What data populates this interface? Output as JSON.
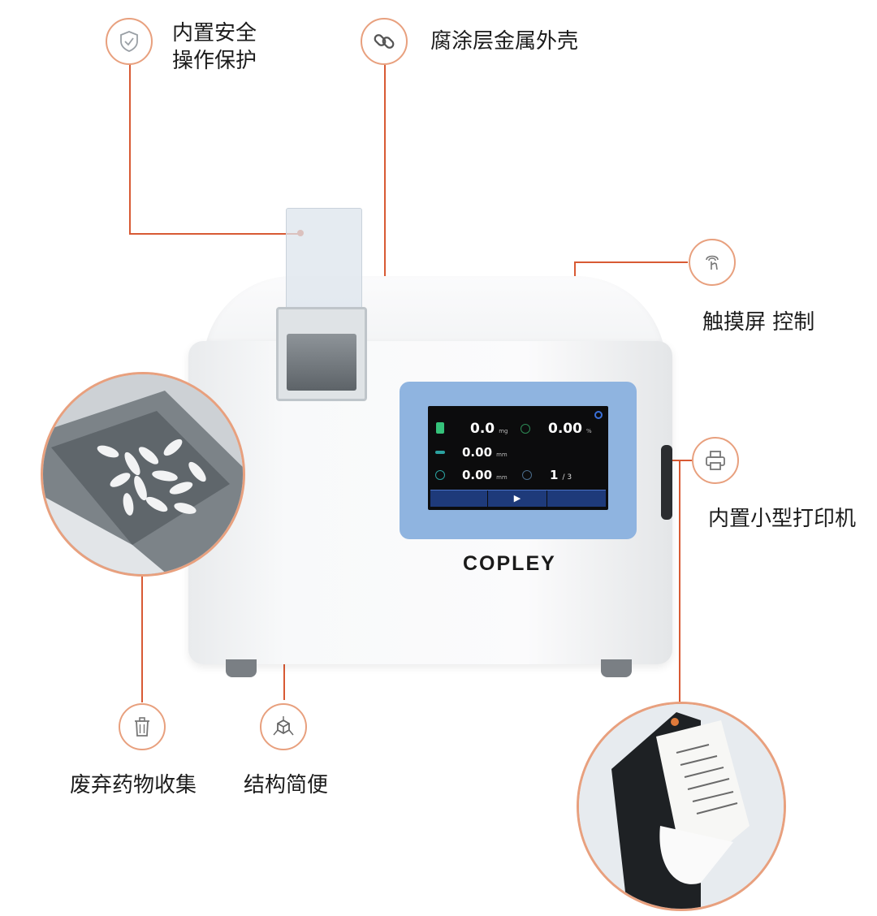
{
  "callouts": {
    "safety_line1": "内置安全",
    "safety_line2": "操作保护",
    "coating": "腐涂层金属外壳",
    "touch": "触摸屏 控制",
    "printer": "内置小型打印机",
    "waste": "废弃药物收集",
    "structure": "结构简便"
  },
  "device": {
    "brand": "COPLEY"
  },
  "screen": {
    "weight_value": "0.0",
    "weight_unit": "mg",
    "percent_value": "0.00",
    "percent_unit": "%",
    "row2_value": "0.00",
    "row2_unit": "mm",
    "row3_value": "0.00",
    "row3_unit": "mm",
    "count_value": "1",
    "count_total": "/ 3",
    "play_symbol": "▶"
  },
  "icons": {
    "safety": "shield-check-icon",
    "coating": "chain-link-icon",
    "touch": "fingerprint-touch-icon",
    "printer": "printer-icon",
    "waste": "trash-can-icon",
    "structure": "cube-structure-icon"
  },
  "colors": {
    "accent": "#d85a34",
    "icon_border": "#e8a07e",
    "screen_frame": "#8fb4e0",
    "body": "#f4f5f6"
  }
}
